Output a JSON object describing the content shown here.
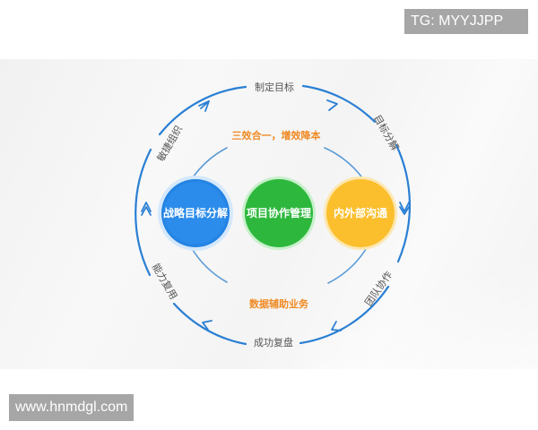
{
  "watermarks": {
    "top": "TG: MYYJJPP",
    "bottom": "www.hnmdgl.com"
  },
  "diagram": {
    "outer_cycle": [
      {
        "label": "制定目标",
        "position": "top"
      },
      {
        "label": "目标分解",
        "position": "upper-right"
      },
      {
        "label": "团队协作",
        "position": "lower-right"
      },
      {
        "label": "成功复盘",
        "position": "bottom"
      },
      {
        "label": "能力复用",
        "position": "lower-left"
      },
      {
        "label": "敏捷组织",
        "position": "upper-left"
      }
    ],
    "inner_top_label": "三效合一，增效降本",
    "inner_bottom_label": "数据辅助业务",
    "nodes": [
      {
        "label": "战略目标分解",
        "color": "#2b8ceb"
      },
      {
        "label": "项目协作管理",
        "color": "#2db83d"
      },
      {
        "label": "内外部沟通",
        "color": "#fbbf2d"
      }
    ],
    "colors": {
      "outer_ring": "#2a7fd4",
      "inner_ring": "#5b9bd5",
      "accent_text": "#f08a24",
      "step_text": "#555555"
    }
  }
}
